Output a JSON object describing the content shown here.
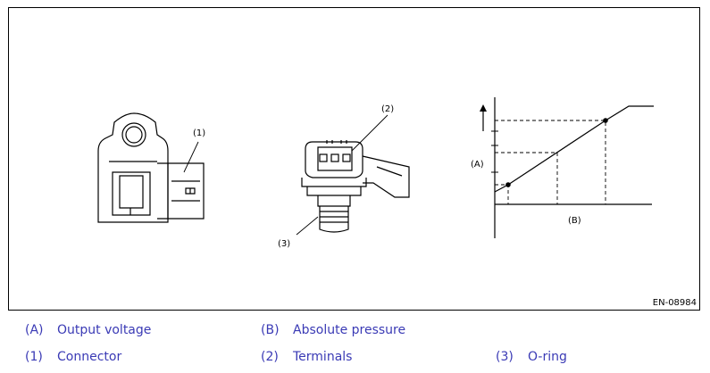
{
  "figure": {
    "code": "EN-08984",
    "callouts": {
      "c1": "(1)",
      "c2": "(2)",
      "c3": "(3)",
      "axis_a": "(A)",
      "axis_b": "(B)"
    }
  },
  "legend": [
    {
      "key": "(A)",
      "label": "Output voltage"
    },
    {
      "key": "(B)",
      "label": "Absolute pressure"
    },
    {
      "key": "(1)",
      "label": "Connector"
    },
    {
      "key": "(2)",
      "label": "Terminals"
    },
    {
      "key": "(3)",
      "label": "O-ring"
    }
  ],
  "colors": {
    "legend_text": "#3a3ab5",
    "line": "#000000"
  }
}
